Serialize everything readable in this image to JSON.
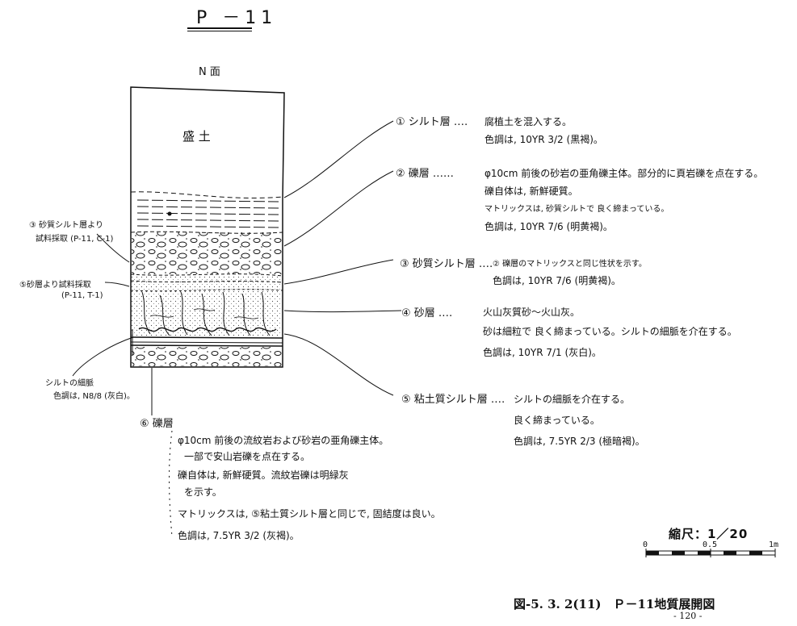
{
  "title": "P －11",
  "face_label": "N 面",
  "fill_label": "盛 土",
  "layers": [
    {
      "heading": "① シルト層 ‥‥",
      "notes": [
        "腐植土を混入する。",
        "色調は, 10YR 3/2 (黒褐)。"
      ]
    },
    {
      "heading": "② 礫層 ‥‥‥",
      "notes": [
        "φ10cm 前後の砂岩の亜角礫主体。部分的に頁岩礫を点在する。",
        "礫自体は, 新鮮硬質。",
        "マトリックスは, 砂質シルトで 良く締まっている。",
        "色調は, 10YR 7/6 (明黄褐)。"
      ]
    },
    {
      "heading": "③ 砂質シルト層 ‥‥",
      "notes": [
        "② 礫層のマトリックスと同じ性状を示す。",
        "色調は, 10YR 7/6 (明黄褐)。"
      ]
    },
    {
      "heading": "④ 砂層 ‥‥",
      "notes": [
        "火山灰質砂～火山灰。",
        "砂は細粒で 良く締まっている。シルトの細脈を介在する。",
        "色調は, 10YR 7/1 (灰白)。"
      ]
    },
    {
      "heading": "⑤ 粘土質シルト層 ‥‥",
      "notes": [
        "シルトの細脈を介在する。",
        "良く締まっている。",
        "色調は, 7.5YR 2/3 (極暗褐)。"
      ]
    },
    {
      "heading": "⑥ 礫層",
      "notes": [
        "φ10cm 前後の流紋岩および砂岩の亜角礫主体。",
        "一部で安山岩礫を点在する。",
        "礫自体は, 新鮮硬質。流紋岩礫は明緑灰",
        "を示す。",
        "マトリックスは, ⑤粘土質シルト層と同じで, 固結度は良い。",
        "色調は, 7.5YR 3/2 (灰褐)。"
      ]
    }
  ],
  "left_notes": {
    "sample1_line1": "③ 砂質シルト層より",
    "sample1_line2": "試料採取 (P-11, C-1)",
    "sample2_line1": "⑤砂層より試料採取",
    "sample2_line2": "(P-11, T-1)",
    "vein_line1": "シルトの細脈",
    "vein_line2": "色調は, N8/8 (灰白)。"
  },
  "scale": {
    "label": "縮尺：1／20",
    "ticks": [
      "0",
      "0.5",
      "1m"
    ]
  },
  "caption": "図-5. 3. 2(11)　Ｐ－11地質展開図",
  "page_number": "- 120 -"
}
